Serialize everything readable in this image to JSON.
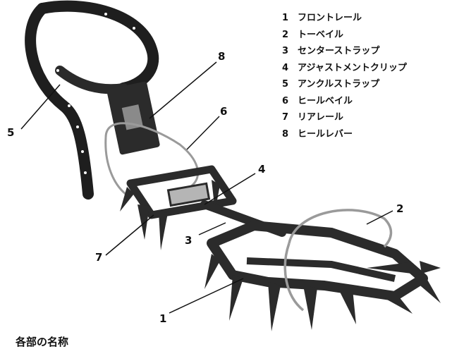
{
  "legend": [
    {
      "num": "1",
      "label": "フロントレール"
    },
    {
      "num": "2",
      "label": "トーベイル"
    },
    {
      "num": "3",
      "label": "センターストラップ"
    },
    {
      "num": "4",
      "label": "アジャストメントクリップ"
    },
    {
      "num": "5",
      "label": "アンクルストラップ"
    },
    {
      "num": "6",
      "label": "ヒールベイル"
    },
    {
      "num": "7",
      "label": "リアレール"
    },
    {
      "num": "8",
      "label": "ヒールレバー"
    }
  ],
  "callouts": {
    "c1": "1",
    "c2": "2",
    "c3": "3",
    "c4": "4",
    "c5": "5",
    "c6": "6",
    "c7": "7",
    "c8": "8"
  },
  "caption": "各部の名称",
  "colors": {
    "metal": "#2b2b2b",
    "strap": "#1e1e1e",
    "wire": "#9a9a9a",
    "plate": "#b5b5b5"
  }
}
